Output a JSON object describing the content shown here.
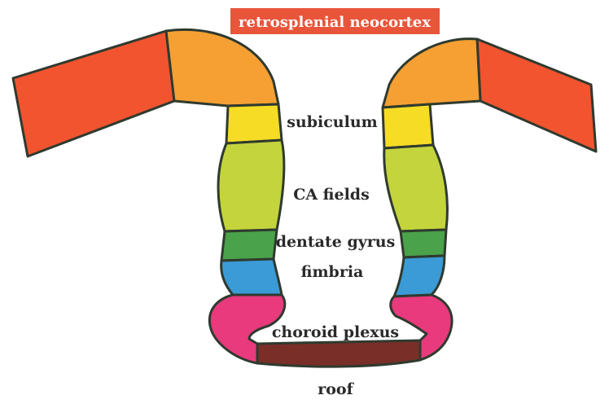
{
  "title": "retrosplenial neocortex",
  "labels": {
    "subiculum": "subiculum",
    "ca_fields": "CA fields",
    "dentate_gyrus": "dentate gyrus",
    "fimbria": "fimbria",
    "choroid_plexus": "choroid plexus",
    "roof": "roof"
  },
  "colors": {
    "neocortex": "#f2542f",
    "neocortex_upper": "#f6a033",
    "subiculum": "#f6dc25",
    "ca_fields": "#c4d43c",
    "dentate_gyrus": "#4aa24a",
    "fimbria": "#3a9bd6",
    "choroid_plexus": "#e83a7c",
    "roof": "#7a2e28",
    "outline": "#2f3a2f",
    "title_bg": "#e8553a"
  }
}
